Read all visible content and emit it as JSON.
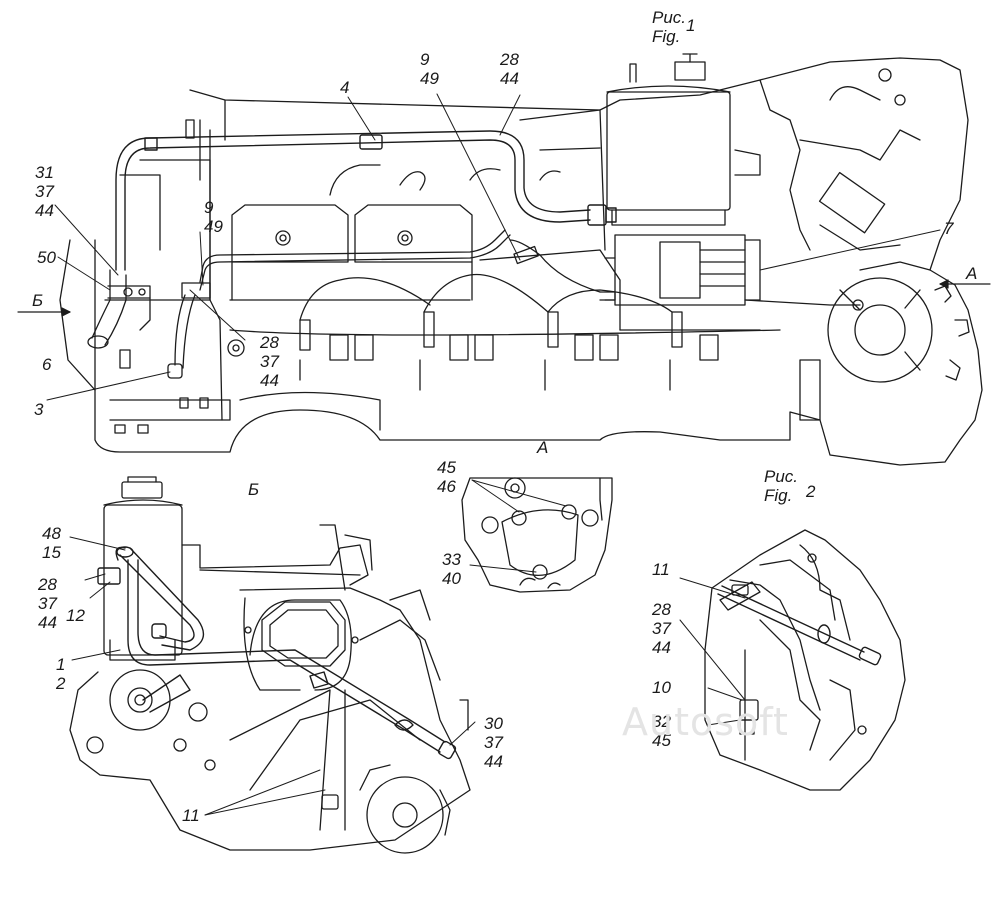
{
  "figure1": {
    "title_ru": "Рис.",
    "title_en": "Fig.",
    "number": "1",
    "callouts": {
      "c4": "4",
      "c9_49_top": [
        "9",
        "49"
      ],
      "c28_44_top": [
        "28",
        "44"
      ],
      "c31_37_44": [
        "31",
        "37",
        "44"
      ],
      "c9_49_left": [
        "9",
        "49"
      ],
      "c50": "50",
      "c6": "6",
      "c3": "3",
      "c28_37_44": [
        "28",
        "37",
        "44"
      ],
      "c7": "7"
    },
    "arrow_b": "Б",
    "arrow_a": "А"
  },
  "view_b": {
    "title": "Б",
    "callouts": {
      "c48_15": [
        "48",
        "15"
      ],
      "c28_37_44": [
        "28",
        "37",
        "44"
      ],
      "c12": "12",
      "c1_2": [
        "1",
        "2"
      ],
      "c30_37_44": [
        "30",
        "37",
        "44"
      ],
      "c11": "11"
    }
  },
  "view_a": {
    "title": "А",
    "callouts": {
      "c45_46": [
        "45",
        "46"
      ],
      "c33_40": [
        "33",
        "40"
      ]
    }
  },
  "figure2": {
    "title_ru": "Рис.",
    "title_en": "Fig.",
    "number": "2",
    "callouts": {
      "c11": "11",
      "c28_37_44": [
        "28",
        "37",
        "44"
      ],
      "c10": "10",
      "c32_45": [
        "32",
        "45"
      ]
    }
  },
  "watermark": "Autosoft"
}
